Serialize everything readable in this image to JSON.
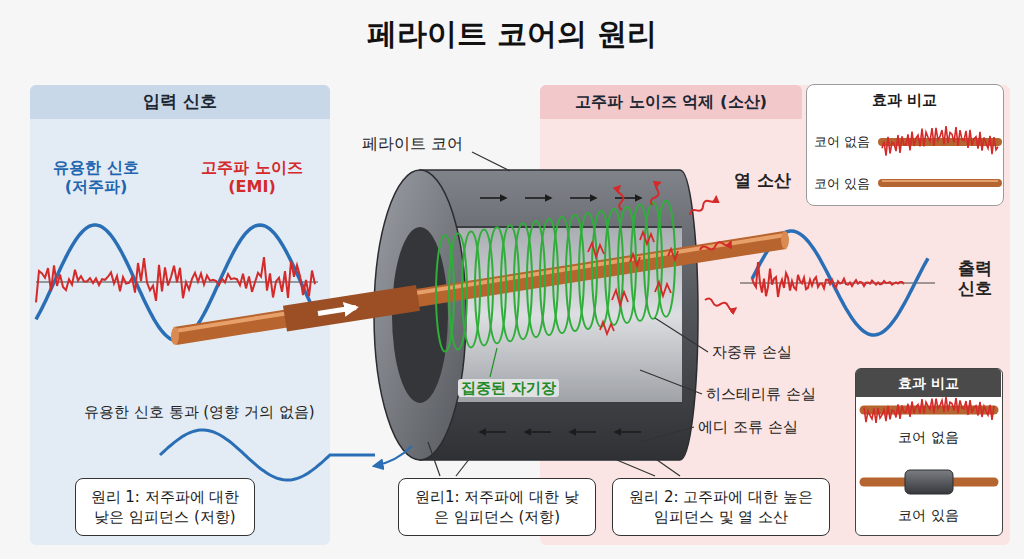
{
  "diagram": {
    "title": "페라이트 코어의 원리",
    "nodes": [
      {
        "text": [
          "입력 신호"
        ]
      },
      {
        "text": [
          "원리 1: 저주파에 대한 낮은 임피던스 (저항)"
        ],
        "in": 0
      },
      {
        "text": [
          "고주파 노이즈 억제 (소산)"
        ]
      },
      {
        "text": [
          "효과 비교",
          "코어 없음",
          "코어 있음"
        ],
        "in": 2
      },
      {
        "text": [
          "효과 비교",
          "코어 없음",
          "코어 있음"
        ],
        "in": 2
      },
      {
        "text": [
          "원리1: 저주파에 대한 낮은 임피던스 (저항)"
        ]
      },
      {
        "text": [
          "원리 2: 고주파에 대한 높은 임피던스 및 열 소산"
        ],
        "in": 2
      }
    ],
    "labels": [
      "유용한 신호 (저주파)",
      "고주파 노이즈 (EMI)",
      "페라이트 코어",
      "열 소산",
      "출력 신호",
      "집중된 자기장",
      "자중류 손실",
      "히스테리류 손실",
      "에디 조류 손실",
      "유용한 신호 통과 (영향 거의 없음)"
    ]
  }
}
